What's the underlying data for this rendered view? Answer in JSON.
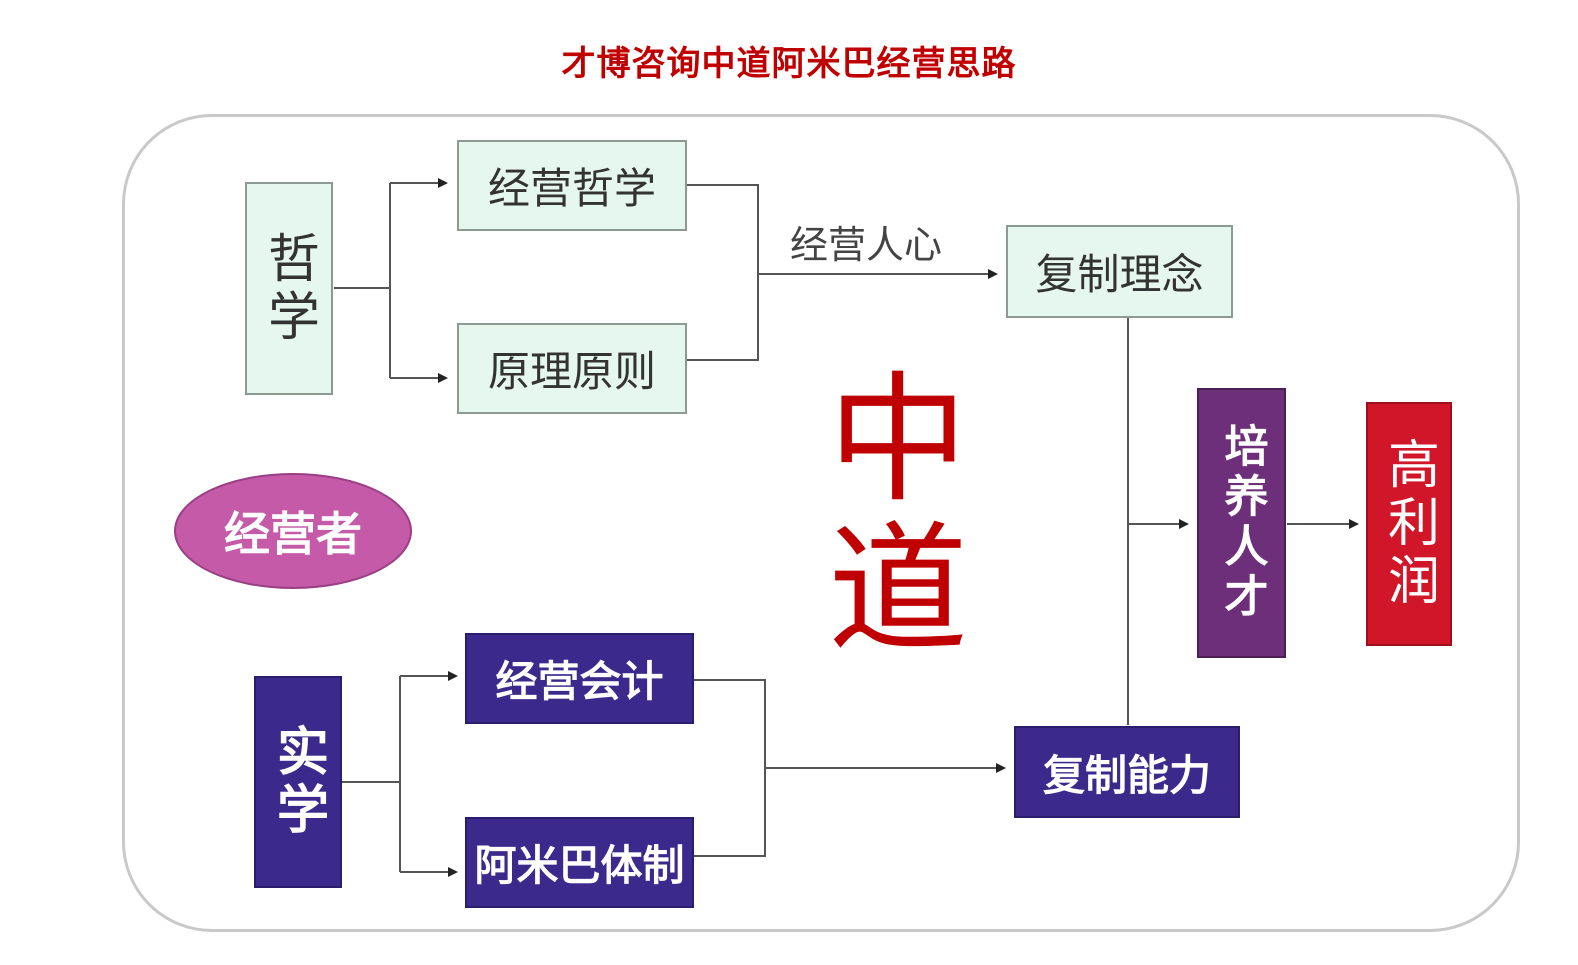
{
  "title": "才博咨询中道阿米巴经营思路",
  "center": "中道",
  "nodes": {
    "philosophy": "哲学",
    "business_philosophy": "经营哲学",
    "principles": "原理原则",
    "manage_hearts": "经营人心",
    "copy_concept": "复制理念",
    "operator": "经营者",
    "practical": "实学",
    "management_accounting": "经营会计",
    "amoeba_system": "阿米巴体制",
    "copy_ability": "复制能力",
    "cultivate_talent": "培养人才",
    "high_profit": "高利润"
  },
  "colors": {
    "title": "#c00000",
    "center": "#c00000",
    "mint_box": "#e6f7ef",
    "navy_box": "#3b2a8c",
    "purple_box": "#6d2f7a",
    "red_box": "#d1162a",
    "ellipse": "#c45aa8"
  }
}
